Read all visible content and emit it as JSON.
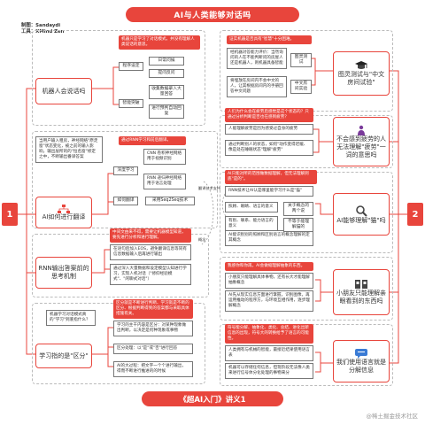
{
  "header": {
    "title": "AI与人类能够对话吗",
    "author_label": "制图：Sandaydi",
    "tool_label": "工具：XMind Zen"
  },
  "footer": {
    "title": "《超AI入门》讲义1",
    "watermark": "@稀土掘金技术社区"
  },
  "numbers": {
    "left": "1",
    "right": "2"
  },
  "left": {
    "s1": {
      "title": "机器人会说话吗",
      "note": "机器只是学习了对话模式，并没有理解人类说话的意思。",
      "b1": "程序设定",
      "b1_items": [
        "日常问候",
        "提问反问"
      ],
      "b2": "智能突破",
      "b2_items": [
        "收集数据录入大量回答",
        "进行预判自动回复"
      ]
    },
    "s2": {
      "title": "AI如何进行翻译",
      "q": "当用户输入租房，神经网络\"原走窗\"状态变化，被之前的输入影响，输出层所的的\"恒名窗\"修定之中，不断输出番译答案",
      "note": "通过RNN学习和前后翻译。",
      "b1": "深度学习",
      "b1_items": [
        "CNN 卷积神经网络 用于视频识别",
        "RNN 递归神经网络 用于语言处理"
      ],
      "b2": "如何翻译",
      "b2_item": "采用Seq2Seq技术",
      "side": "翻译技术支持"
    },
    "s3": {
      "title": "RNN输出答案前的思考机制",
      "note": "中间文由来不得，需要让机器模型知道，要先进行分析和进行理解。",
      "b1": "在语句后加入EOS，避免翻译信息等同有信息数据输入后再进行输出",
      "b2": "通过深入大量数据和设定模型认知进行学习，实现人机对话（\"修仰经验模式\"、\"闲聊式对话\"）",
      "side": "概念"
    },
    "s4": {
      "title": "学习指的是\"区分\"",
      "q": "机器学习对话模式真的\"学习\"到底指什么？",
      "note": "区分就是不断进行判断、学习就是不断的区分、根据判断得到的答案都与采取具体措施有关。",
      "b1": "学习的主干内容是区分：对某种现象做出判断，以决定是何种现象或事物",
      "b2": "区分处理：以\"是\"或\"否\"进行回答",
      "b3": "AI的大过程：把文字一个个进行输出，得而不断进行推进的的时候"
    }
  },
  "right": {
    "s1": {
      "title": "图灵测试与\"中文房间试验\"",
      "note": "证实机器是否具有\"智慧\"十分困难。",
      "b1": "经机器对答能力评价：当然询问的人在不能判断问的房屋人还是机器人，则机器具备智能",
      "b1_tag": "图灵测试",
      "b2": "将埋放在房间内不会中文的人，让其根据房间内的手册回答中文问题",
      "b2_tag": "中文房间实验"
    },
    "s2": {
      "title": "不会感到疲劳的人无法理解\"疲劳\"一词的意思吗",
      "note": "人们为什么会在疲劳后感觉是这个状态的？只通过分析判断是否也在感到疲劳？",
      "b1": "人能理解疲劳是因为感受过自身的疲劳",
      "b2": "通过判断别人的状态，如何\"动作变得迟缓、像是处在睡眠状态\"理解\"疲劳\""
    },
    "s3": {
      "title": "AI能够理解\"猫\"吗",
      "note": "AI只能对所的范围做数据理解，但无法理解到底\"是的\"。",
      "head": "RNN技术让AI认是哪里能学习什么是\"猫\"",
      "items": [
        "照顾、眼睛、语言的意义",
        "有别、联系、能力语言的意义",
        "AI能识别别的照顾和区别语言的概念理解的定其概念"
      ],
      "tag1": "关于概念的两个说",
      "tag2": "不等于能理解猫的"
    },
    "s4": {
      "title": "小朋友只能理解亲眼看到的东西吗",
      "note": "我感你和你再，AI会做缩理解抽象的东西。",
      "b1": "小朋友只能理解具体事物，还有长大才能理解抽象概念",
      "b2": "AI先从现实信息方面进行掌握，识别图像，再运用推动的程序方，与环境互相作用，逐步理解概念"
    },
    "s5": {
      "title": "我们使用语言就是分解信息",
      "note": "符号能分解、抽象化、类化、总结、进化出新信息的出现，符号大的转换给予了语言的可能性。",
      "b1": "人类拥有与机械的智能，最接近结果使用语言表",
      "b2": "机器可以存储任何信息，但现阶段无法像人类来进行信号体分化处理的事物来分"
    }
  }
}
